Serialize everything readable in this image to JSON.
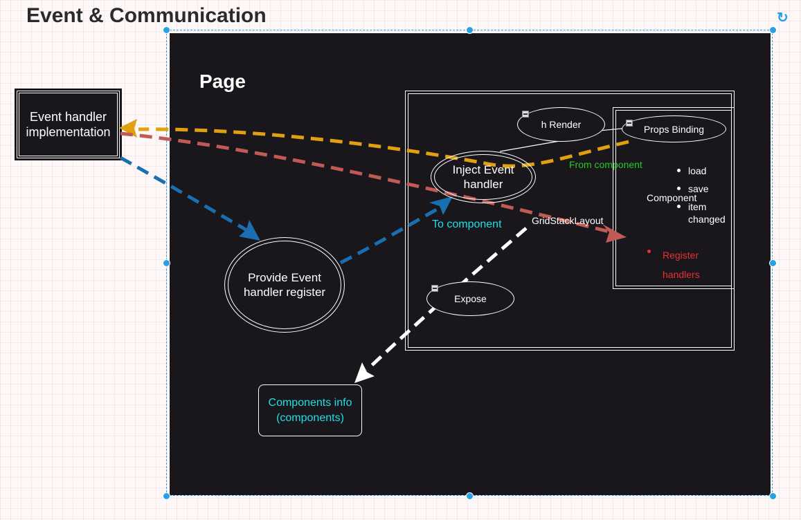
{
  "title": "Event & Communication",
  "rotate_icon": "↻",
  "nodes": {
    "event_handler_impl": "Event handler implementation",
    "page": "Page",
    "provide": "Provide Event handler register",
    "inject": "Inject Event handler",
    "h_render": "h Render",
    "props_binding": "Props Binding",
    "component": "Component",
    "expose": "Expose",
    "components_info": "Components info (components)"
  },
  "component_list": [
    "load",
    "save",
    "item changed"
  ],
  "register_handlers": "Register handlers",
  "labels": {
    "from_component": "From component",
    "to_component": "To component",
    "gridstack_layout": "GridStackLayout"
  },
  "colors": {
    "panel": "#19161c",
    "selection": "#29a0e6",
    "orange": "#e0a010",
    "red_arrow": "#c05a55",
    "blue_arrow": "#1a6fb0",
    "white_arrow": "#ffffff",
    "green_text": "#22cc22",
    "cyan_text": "#1fe0e6",
    "red_text": "#e63333"
  }
}
